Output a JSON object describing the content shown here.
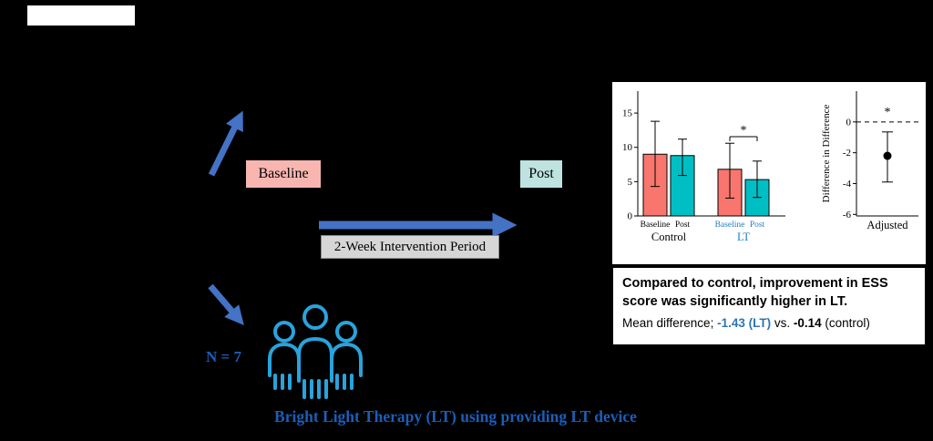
{
  "scene": {
    "title_box": "",
    "baseline_label": "Baseline",
    "post_label": "Post",
    "intervention_label": "2-Week Intervention Period",
    "n_label": "N = 7",
    "caption": "Bright Light Therapy (LT) using providing LT device"
  },
  "colors": {
    "page_bg": "#000000",
    "panel_bg": "#FFFFFF",
    "arrow_blue": "#4472C4",
    "baseline_bg": "#F9B6B1",
    "post_bg": "#BEE3E0",
    "intervention_bg": "#D6D6D6",
    "intervention_border": "#8A8A8A",
    "people_blue": "#29A3DC",
    "caption_blue": "#1B5EB8",
    "summary_blue": "#2E75B6"
  },
  "summary_box": {
    "headline": "Compared to control,  improvement in ESS score was significantly higher in LT.",
    "mean_prefix": "Mean difference; ",
    "mean_lt": "-1.43 (LT)",
    "mean_mid": "  vs. ",
    "mean_control": "-0.14",
    "mean_suffix": " (control)"
  },
  "chart_data": [
    {
      "type": "bar",
      "title": "",
      "ylabel": "",
      "ylim": [
        0,
        18.2
      ],
      "yticks": [
        0,
        5,
        10,
        15
      ],
      "categories": [
        "Baseline",
        "Post",
        "Baseline",
        "Post"
      ],
      "values": [
        9.0,
        8.8,
        6.8,
        5.3
      ],
      "err_low": [
        4.3,
        5.9,
        2.6,
        2.7
      ],
      "err_high": [
        13.8,
        11.2,
        10.6,
        8.0
      ],
      "bar_colors": [
        "#F8766D",
        "#00BFC4",
        "#F8766D",
        "#00BFC4"
      ],
      "tick_colors": [
        "#000000",
        "#000000",
        "#1F7EC2",
        "#1F7EC2"
      ],
      "group_labels": [
        {
          "label": "Control",
          "color": "#000000"
        },
        {
          "label": "LT",
          "color": "#1F7EC2"
        }
      ],
      "significance": {
        "symbol": "*",
        "bars": [
          2,
          3
        ]
      }
    },
    {
      "type": "scatter",
      "title": "",
      "ylabel": "Difference in Difference",
      "xlabel": "Adjusted",
      "ylim": [
        2,
        -6.1
      ],
      "yticks": [
        0,
        -2,
        -4,
        -6
      ],
      "zero_line_dashed": true,
      "value": -2.2,
      "err_low": -3.9,
      "err_high": -0.65,
      "significance": "*"
    }
  ]
}
